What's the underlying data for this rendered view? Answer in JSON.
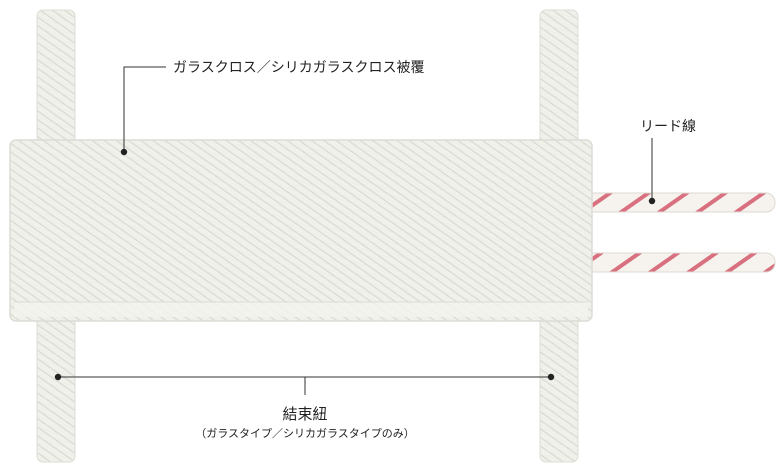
{
  "labels": {
    "cover": "ガラスクロス／シリカガラスクロス被覆",
    "lead_wire": "リード線",
    "tie_string": "結束紐",
    "tie_string_note": "（ガラスタイプ／シリカガラスタイプのみ）"
  },
  "colors": {
    "cloth": "#f1f1ec",
    "cloth_weave": "#d9d9d2",
    "cloth_edge": "#dcdcd5",
    "wire": "#f6f3ee",
    "wire_stripe": "#d9707f",
    "leader_line": "#333333"
  }
}
